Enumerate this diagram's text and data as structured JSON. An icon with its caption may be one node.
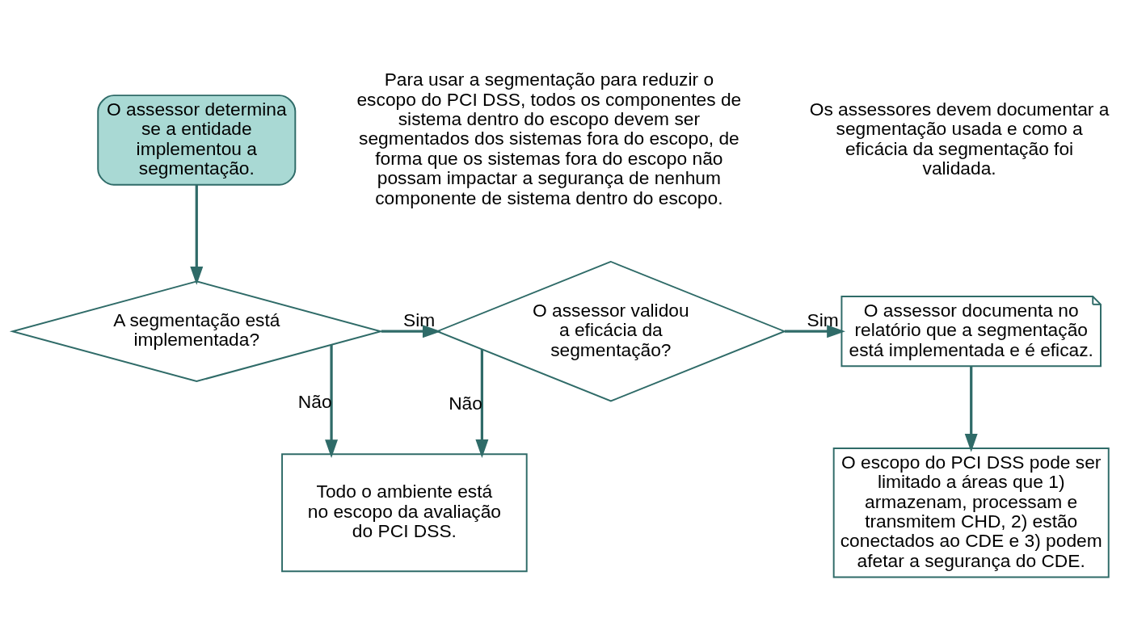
{
  "diagram": {
    "nodes": [
      {
        "text": [
          "O assessor determina se a entidade implementou a segmentação."
        ]
      },
      {
        "text": [
          "A segmentação está implementada?"
        ]
      },
      {
        "text": [
          "O assessor validou a eficácia da segmentação?"
        ]
      },
      {
        "text": [
          "O assessor documenta no relatório que a segmentação está implementada e é eficaz."
        ]
      },
      {
        "text": [
          "Todo o ambiente está no escopo da avaliação do PCI DSS."
        ]
      },
      {
        "text": [
          "O escopo do PCI DSS pode ser limitado a áreas que 1) armazenam, processam e transmitem CHD, 2) estão conectados ao CDE e 3) podem afetar a segurança do CDE."
        ]
      }
    ],
    "edges": [
      {
        "from": 0,
        "to": 1,
        "arrow": "to"
      },
      {
        "from": 1,
        "to": 2,
        "arrow": "to",
        "label": "Sim"
      },
      {
        "from": 2,
        "to": 3,
        "arrow": "to",
        "label": "Sim"
      },
      {
        "from": 1,
        "to": 4,
        "arrow": "to",
        "label": "Não"
      },
      {
        "from": 2,
        "to": 4,
        "arrow": "to",
        "label": "Não"
      },
      {
        "from": 3,
        "to": 5,
        "arrow": "to"
      }
    ],
    "labels": [
      "Para usar a segmentação para reduzir o escopo do PCI DSS, todos os componentes de sistema dentro do escopo devem ser segmentados dos sistemas fora do escopo, de forma que os sistemas fora do escopo não possam impactar a segurança de nenhum componente de sistema dentro do escopo.",
      "Os assessores devem documentar a segmentação usada e como a eficácia da segmentação foi validada."
    ]
  }
}
